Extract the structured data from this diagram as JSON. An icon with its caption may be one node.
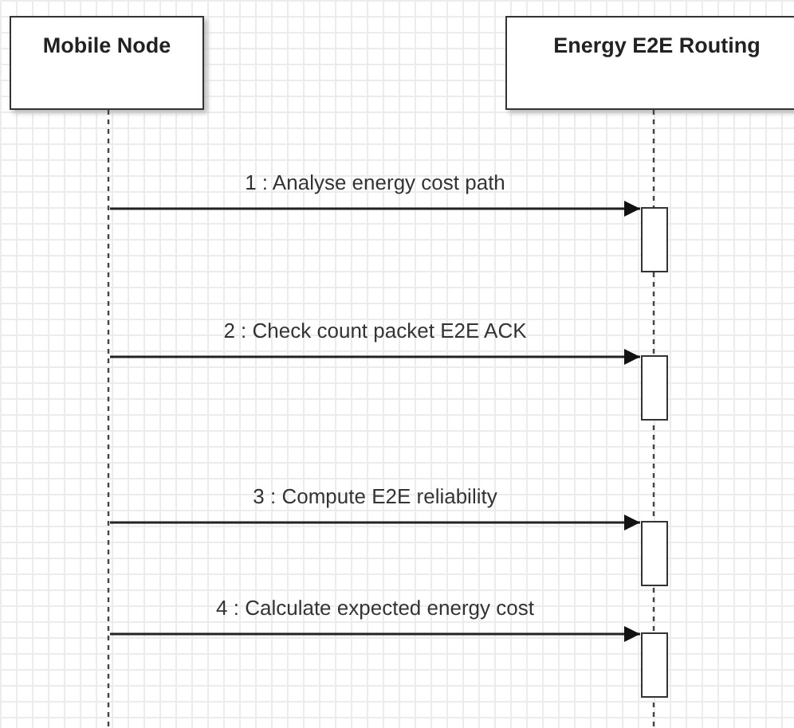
{
  "diagram": {
    "nodes": [
      {
        "text": [
          "Mobile Node"
        ]
      },
      {
        "text": [
          "Energy E2E Routing"
        ]
      },
      {
        "text": [],
        "shape": "bar",
        "in": 1
      },
      {
        "text": [],
        "shape": "bar",
        "in": 1
      },
      {
        "text": [],
        "shape": "bar",
        "in": 1
      },
      {
        "text": [],
        "shape": "bar",
        "in": 1
      }
    ],
    "edges": [
      {
        "from": 0,
        "to": 2,
        "arrow": "to",
        "label": "1 : Analyse energy cost path"
      },
      {
        "from": 0,
        "to": 3,
        "arrow": "to",
        "label": "2 : Check count packet E2E ACK"
      },
      {
        "from": 0,
        "to": 4,
        "arrow": "to",
        "label": "3 : Compute E2E reliability"
      },
      {
        "from": 0,
        "to": 5,
        "arrow": "to",
        "label": "4 : Calculate expected energy cost"
      }
    ]
  }
}
